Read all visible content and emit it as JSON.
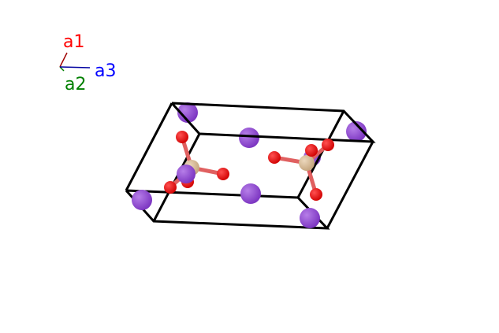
{
  "axes": {
    "a1": {
      "label": "a1",
      "color": "#ff0000"
    },
    "a2": {
      "label": "a2",
      "color": "#008000"
    },
    "a3": {
      "label": "a3",
      "color": "#0000ff"
    }
  },
  "colors": {
    "K": "#8f40d4",
    "P": "#d2b48c",
    "O": "#ff0d0d",
    "cell": "#000000"
  }
}
